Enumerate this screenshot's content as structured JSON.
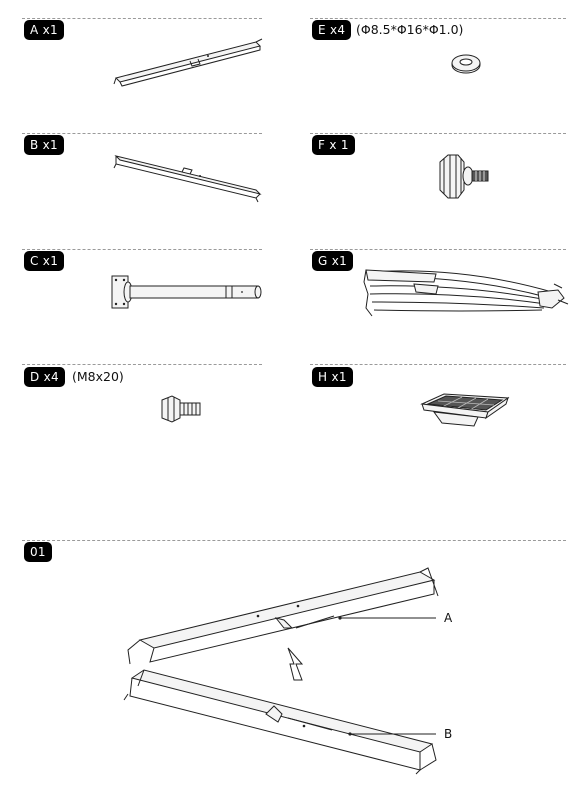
{
  "parts": [
    {
      "key": "A",
      "label": "A x1",
      "spec": ""
    },
    {
      "key": "B",
      "label": "B x1",
      "spec": ""
    },
    {
      "key": "C",
      "label": "C x1",
      "spec": ""
    },
    {
      "key": "D",
      "label": "D x4",
      "spec": "(M8x20)"
    },
    {
      "key": "E",
      "label": "E x4",
      "spec": "(Φ8.5*Φ16*Φ1.0)"
    },
    {
      "key": "F",
      "label": "F x 1",
      "spec": ""
    },
    {
      "key": "G",
      "label": "G x1",
      "spec": ""
    },
    {
      "key": "H",
      "label": "H x1",
      "spec": ""
    }
  ],
  "step": {
    "number": "01",
    "callouts": [
      "A",
      "B"
    ]
  }
}
